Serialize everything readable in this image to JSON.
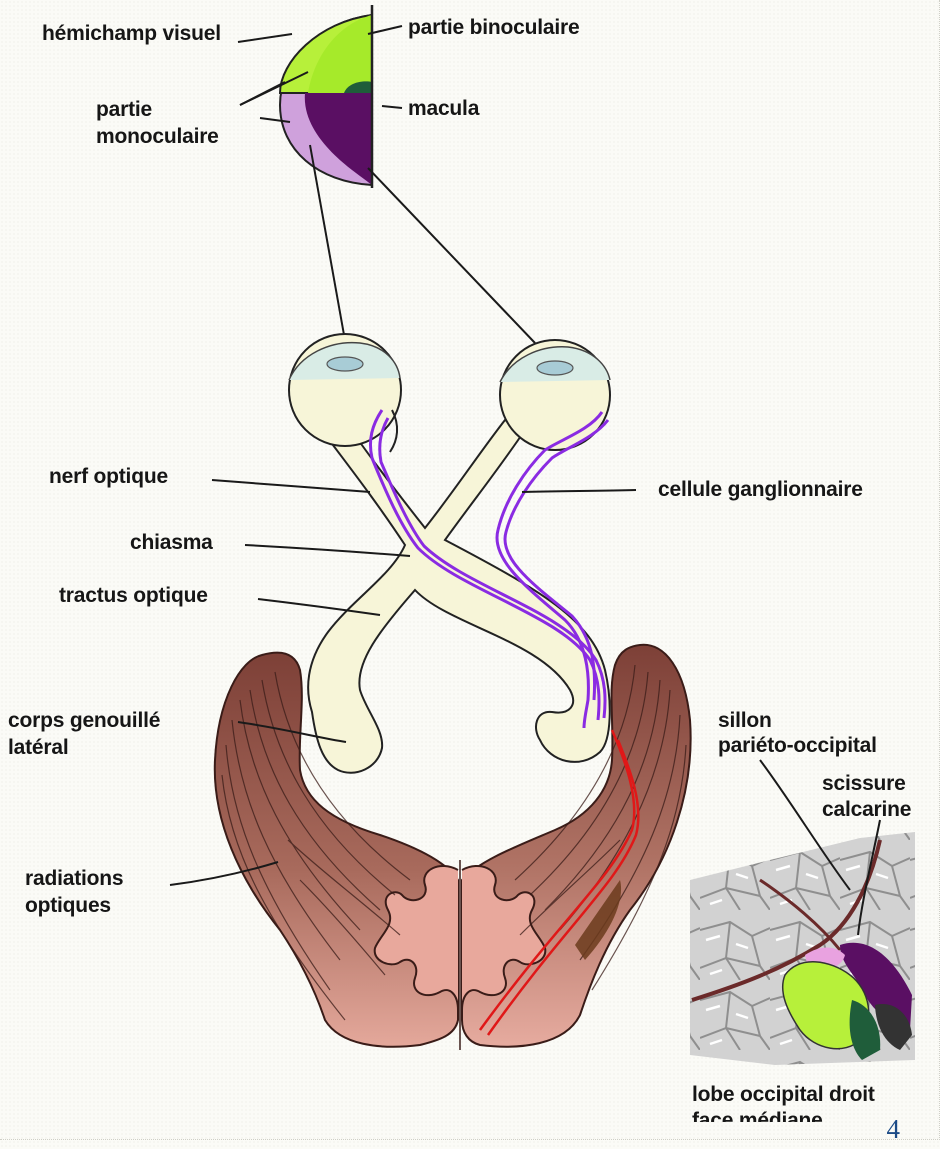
{
  "labels": {
    "hemichamp": "hémichamp visuel",
    "partie_binoculaire": "partie binoculaire",
    "partie_monoculaire_1": "partie",
    "partie_monoculaire_2": "monoculaire",
    "macula": "macula",
    "nerf_optique": "nerf optique",
    "cellule_ganglionnaire": "cellule ganglionnaire",
    "chiasma": "chiasma",
    "tractus_optique": "tractus optique",
    "corps_genouille_1": "corps genouillé",
    "corps_genouille_2": "latéral",
    "radiations_1": "radiations",
    "radiations_2": "optiques",
    "sillon_1": "sillon",
    "sillon_2": "pariéto-occipital",
    "scissure_1": "scissure",
    "scissure_2": "calcarine",
    "lobe_1": "lobe occipital droit",
    "lobe_2": "face médiane"
  },
  "page_number": "4",
  "colors": {
    "binocular_green": "#b7f03a",
    "macula_dark_green": "#1f5d3a",
    "monocular_lilac": "#cfa1dc",
    "macula_purple": "#5a0f63",
    "optic_pathway_fill": "#f7f5d8",
    "ganglion_fiber": "#8a2be2",
    "cortex_brown": "#8a4a40",
    "cortex_pink": "#e8a89c",
    "radiation_red": "#e01818"
  }
}
